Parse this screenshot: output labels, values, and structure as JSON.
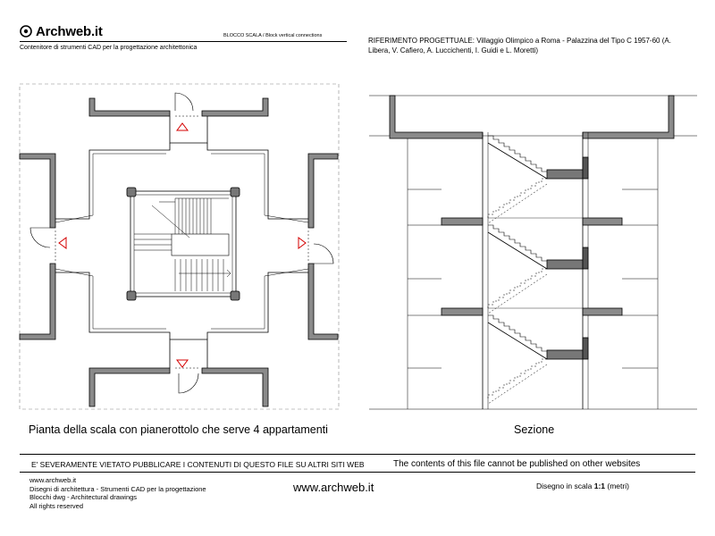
{
  "header": {
    "brand": "Archweb.it",
    "tagline": "Contenitore di strumenti CAD per la progettazione architettonica",
    "category": "BLOCCO SCALA  /  Block vertical connections",
    "reference": "RIFERIMENTO PROGETTUALE: Villaggio Olimpico a Roma - Palazzina del Tipo C  1957-60 (A. Libera, V. Cafiero, A. Luccichenti, I. Guidi e L. Moretti)"
  },
  "captions": {
    "plan": "Pianta della scala con pianerottolo che serve 4 appartamenti",
    "section": "Sezione"
  },
  "footer": {
    "warning_it": "E' SEVERAMENTE VIETATO PUBBLICARE I CONTENUTI DI QUESTO FILE SU ALTRI SITI WEB",
    "warning_en": "The contents of this file cannot be published on other websites",
    "lines": [
      "www.archweb.it",
      "Disegni di architettura - Strumenti CAD  per la progettazione",
      "Blocchi dwg - Architectural drawings",
      "All rights reserved"
    ],
    "site": "www.archweb.it",
    "scale_label": "Disegno in scala ",
    "scale_value": "1:1",
    "scale_unit": " (metri)"
  },
  "colors": {
    "wall_fill": "#8a8a8a",
    "marker_red": "#d40000"
  }
}
